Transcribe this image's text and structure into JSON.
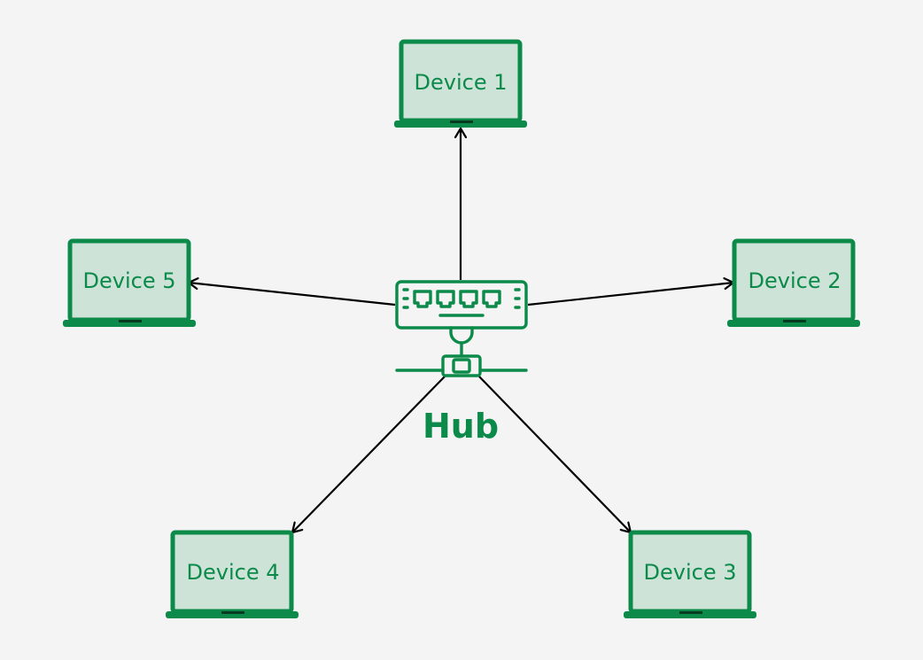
{
  "colors": {
    "background": "#f4f4f4",
    "accent": "#0b8a4a",
    "screen_fill": "#cde3d7",
    "connector": "#000000"
  },
  "hub": {
    "label": "Hub",
    "icon": "network-hub-icon"
  },
  "devices": [
    {
      "label": "Device 1",
      "icon": "laptop-icon"
    },
    {
      "label": "Device 2",
      "icon": "laptop-icon"
    },
    {
      "label": "Device 3",
      "icon": "laptop-icon"
    },
    {
      "label": "Device 4",
      "icon": "laptop-icon"
    },
    {
      "label": "Device 5",
      "icon": "laptop-icon"
    }
  ],
  "connections": [
    {
      "from": "Hub",
      "to": "Device 1"
    },
    {
      "from": "Hub",
      "to": "Device 2"
    },
    {
      "from": "Hub",
      "to": "Device 3"
    },
    {
      "from": "Hub",
      "to": "Device 4"
    },
    {
      "from": "Hub",
      "to": "Device 5"
    }
  ]
}
